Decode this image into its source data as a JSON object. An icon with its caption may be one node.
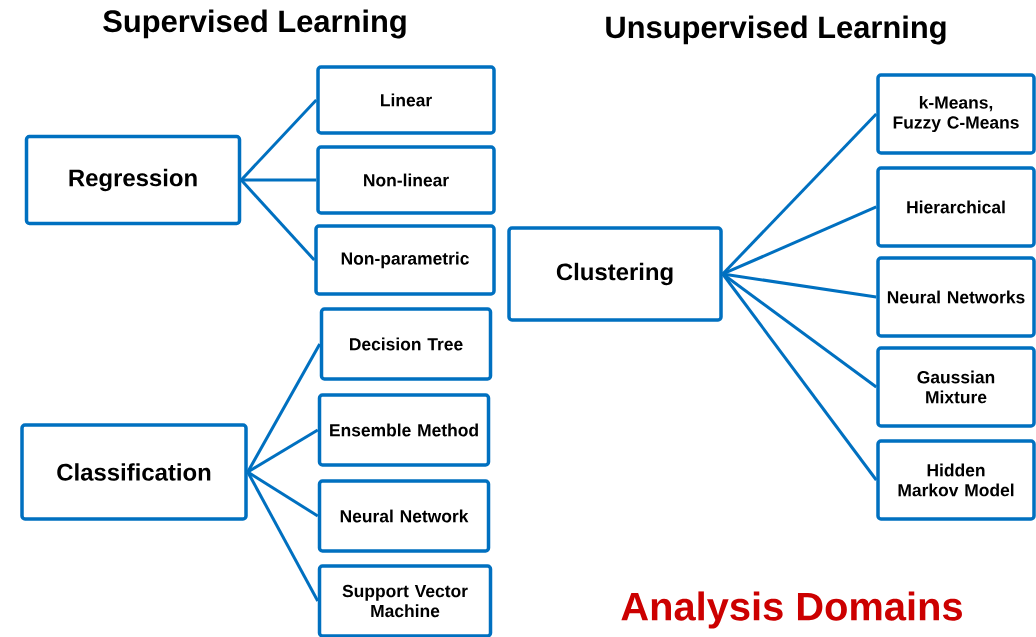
{
  "diagram": {
    "title": "Analysis Domains",
    "nodes": [
      {
        "text": [
          "Regression"
        ]
      },
      {
        "text": [
          "Linear"
        ]
      },
      {
        "text": [
          "Non-linear"
        ]
      },
      {
        "text": [
          "Non-parametric"
        ]
      },
      {
        "text": [
          "Classification"
        ]
      },
      {
        "text": [
          "Decision Tree"
        ]
      },
      {
        "text": [
          "Ensemble Method"
        ]
      },
      {
        "text": [
          "Neural Network"
        ]
      },
      {
        "text": [
          "Support Vector Machine"
        ]
      },
      {
        "text": [
          "Clustering"
        ]
      },
      {
        "text": [
          "k-Means, Fuzzy C-Means"
        ]
      },
      {
        "text": [
          "Hierarchical"
        ]
      },
      {
        "text": [
          "Neural Networks"
        ]
      },
      {
        "text": [
          "Gaussian Mixture"
        ]
      },
      {
        "text": [
          "Hidden Markov Model"
        ]
      }
    ],
    "edges": [
      {
        "from": 0,
        "to": 1,
        "arrow": "none"
      },
      {
        "from": 0,
        "to": 2,
        "arrow": "none"
      },
      {
        "from": 0,
        "to": 3,
        "arrow": "none"
      },
      {
        "from": 4,
        "to": 5,
        "arrow": "none"
      },
      {
        "from": 4,
        "to": 6,
        "arrow": "none"
      },
      {
        "from": 4,
        "to": 7,
        "arrow": "none"
      },
      {
        "from": 4,
        "to": 8,
        "arrow": "none"
      },
      {
        "from": 9,
        "to": 10,
        "arrow": "none"
      },
      {
        "from": 9,
        "to": 11,
        "arrow": "none"
      },
      {
        "from": 9,
        "to": 12,
        "arrow": "none"
      },
      {
        "from": 9,
        "to": 13,
        "arrow": "none"
      },
      {
        "from": 9,
        "to": 14,
        "arrow": "none"
      }
    ],
    "labels": [
      "Supervised Learning",
      "Unsupervised Learning"
    ]
  }
}
